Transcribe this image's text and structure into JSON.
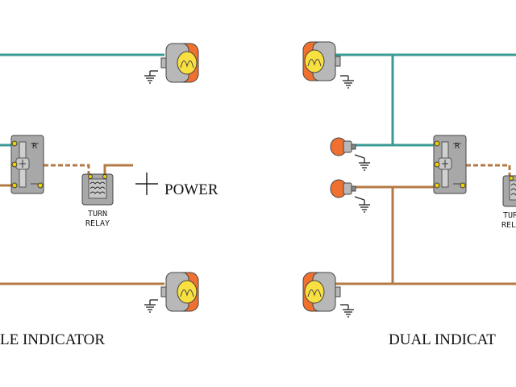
{
  "colors": {
    "teal_wire": "#3a9a94",
    "brown_wire": "#b47a45",
    "lamp_orange": "#f07030",
    "lamp_body": "#b8b8b8",
    "bulb_yellow": "#f8e040",
    "switch_body": "#a8a8a8",
    "terminal": "#f0d000"
  },
  "labels": {
    "power": "POWER",
    "turn_relay_line1": "TURN",
    "turn_relay_line2": "RELAY",
    "turn_relay_right_line1": "TUR",
    "turn_relay_right_line2": "RELA",
    "switch_mark_left": "R",
    "switch_mark_right": "R",
    "left_title": "LE INDICATOR",
    "right_title": "DUAL INDICAT"
  },
  "icons": {
    "lamp": "large-lamp-icon",
    "small_lamp": "small-lamp-icon",
    "ground": "ground-icon",
    "switch": "turn-switch-icon",
    "relay": "relay-icon",
    "plus": "plus-icon"
  }
}
